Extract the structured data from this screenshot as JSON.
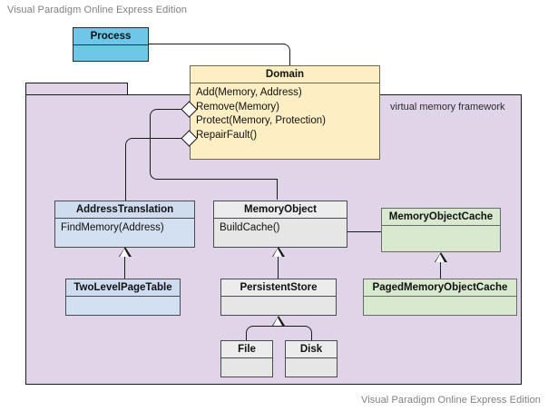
{
  "watermark": {
    "top": "Visual Paradigm Online Express Edition",
    "bottom": "Visual Paradigm Online Express Edition"
  },
  "package": {
    "label": "virtual memory framework",
    "fill": "#e0d4e8",
    "border": "#1a1a1a"
  },
  "classes": {
    "process": {
      "name": "Process",
      "members": [],
      "fill": "#6ec6e8",
      "header_fill": "#6ec6e8"
    },
    "domain": {
      "name": "Domain",
      "members": [
        "Add(Memory, Address)",
        "Remove(Memory)",
        "Protect(Memory, Protection)",
        "RepairFault()"
      ],
      "fill": "#fdeec4",
      "header_fill": "#fdeec4"
    },
    "address_translation": {
      "name": "AddressTranslation",
      "members": [
        "FindMemory(Address)"
      ],
      "fill": "#d3e0f2",
      "header_fill": "#cfdcf0"
    },
    "memory_object": {
      "name": "MemoryObject",
      "members": [
        "BuildCache()"
      ],
      "fill": "#e6e6e6",
      "header_fill": "#ececec"
    },
    "memory_object_cache": {
      "name": "MemoryObjectCache",
      "members": [],
      "fill": "#d8e9d0",
      "header_fill": "#d8e9d0"
    },
    "two_level_page_table": {
      "name": "TwoLevelPageTable",
      "members": [],
      "fill": "#d3e0f2",
      "header_fill": "#cfdcf0"
    },
    "persistent_store": {
      "name": "PersistentStore",
      "members": [],
      "fill": "#e6e6e6",
      "header_fill": "#ececec"
    },
    "paged_memory_object_cache": {
      "name": "PagedMemoryObjectCache",
      "members": [],
      "fill": "#d8e9d0",
      "header_fill": "#d8e9d0"
    },
    "file": {
      "name": "File",
      "members": [],
      "fill": "#e6e6e6",
      "header_fill": "#ececec"
    },
    "disk": {
      "name": "Disk",
      "members": [],
      "fill": "#e6e6e6",
      "header_fill": "#ececec"
    }
  },
  "relations": {
    "process_domain": "association",
    "domain_address_translation": "aggregation",
    "domain_memory_object": "aggregation",
    "memory_object_cache_assoc": "association",
    "address_translation_two_level": "generalization",
    "memory_object_persistent_store": "generalization",
    "memory_object_cache_paged": "generalization",
    "persistent_store_file": "generalization",
    "persistent_store_disk": "generalization"
  }
}
